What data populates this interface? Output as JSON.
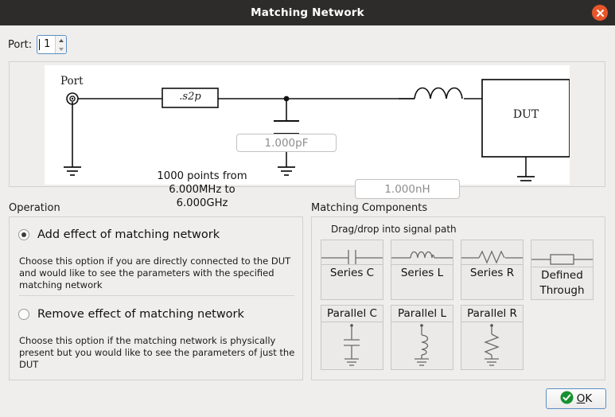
{
  "window": {
    "title": "Matching Network",
    "close_icon": "close-icon",
    "close_color": "#e8562a",
    "titlebar_color": "#2e2c2b"
  },
  "port": {
    "label": "Port:",
    "value": "1"
  },
  "circuit": {
    "port_label": "Port",
    "s2p_label": ".s2p",
    "sweep_note": "1000 points from\n6.000MHz to\n6.000GHz",
    "sweep_line1": "1000 points from",
    "sweep_line2": "6.000MHz to",
    "sweep_line3": "6.000GHz",
    "cap_value": "1.000pF",
    "ind_value": "1.000nH",
    "dut_label": "DUT"
  },
  "operation": {
    "title": "Operation",
    "options": [
      {
        "label": "Add effect of matching network",
        "selected": true,
        "help": "Choose this option if you are directly connected to the DUT and would like to see the parameters with the specified matching network"
      },
      {
        "label": "Remove effect of matching network",
        "selected": false,
        "help": "Choose this option if the matching network is physically present but you would like to see the parameters of just the DUT"
      }
    ]
  },
  "matching_components": {
    "title": "Matching Components",
    "drag_note": "Drag/drop into signal path",
    "series": [
      {
        "label": "Series C",
        "icon": "capacitor-series-icon"
      },
      {
        "label": "Series L",
        "icon": "inductor-series-icon"
      },
      {
        "label": "Series R",
        "icon": "resistor-series-icon"
      },
      {
        "label": "Defined\nThrough",
        "label_line1": "Defined",
        "label_line2": "Through",
        "icon": "through-icon"
      }
    ],
    "parallel": [
      {
        "label": "Parallel C",
        "icon": "capacitor-shunt-icon"
      },
      {
        "label": "Parallel L",
        "icon": "inductor-shunt-icon"
      },
      {
        "label": "Parallel R",
        "icon": "resistor-shunt-icon"
      }
    ]
  },
  "footer": {
    "ok_prefix": "O",
    "ok_suffix": "K",
    "ok_label": "OK",
    "ok_icon": "check-circle-icon",
    "ok_icon_color": "#17912f"
  }
}
